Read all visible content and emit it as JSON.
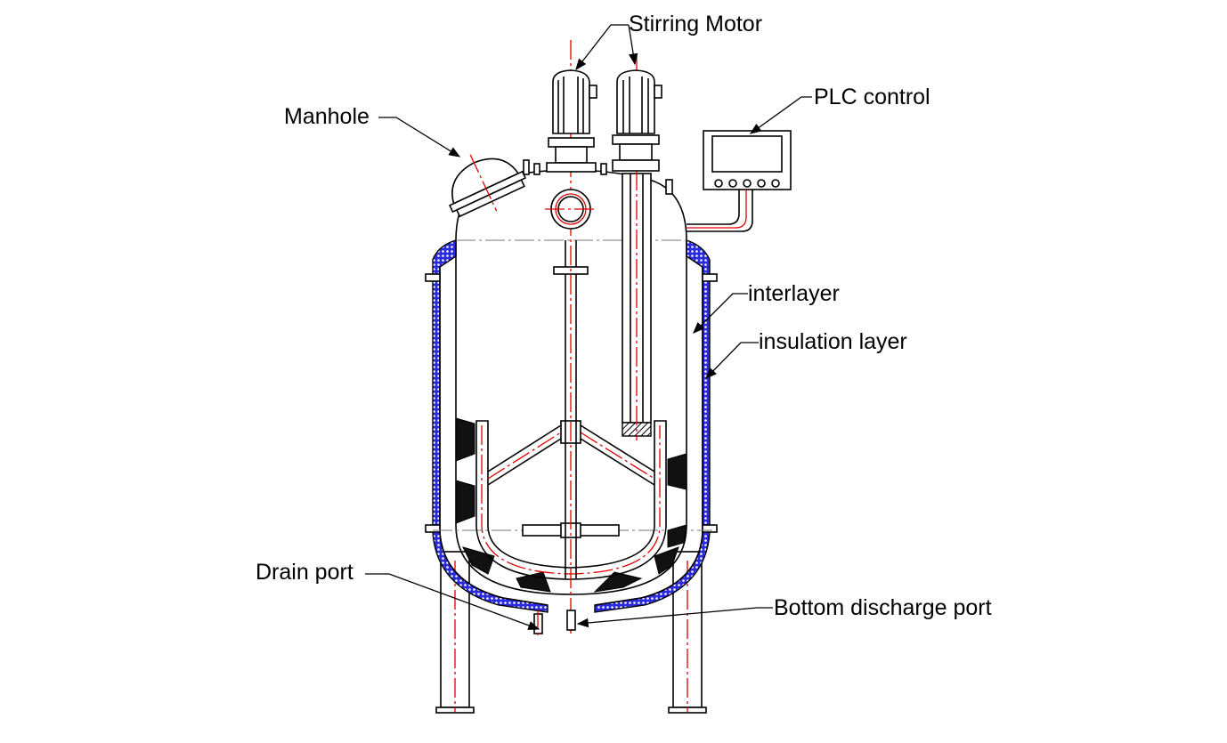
{
  "diagram": {
    "title": "Jacketed stirred mixing tank",
    "labels": {
      "stirring_motor": "Stirring Motor",
      "manhole": "Manhole",
      "plc_control": "PLC control",
      "interlayer": "interlayer",
      "insulation_layer": "insulation layer",
      "drain_port": "Drain port",
      "bottom_discharge_port": "Bottom discharge port"
    },
    "colors": {
      "outline": "#000000",
      "centerline": "#e00000",
      "insulation": "#2a2ae0"
    }
  }
}
